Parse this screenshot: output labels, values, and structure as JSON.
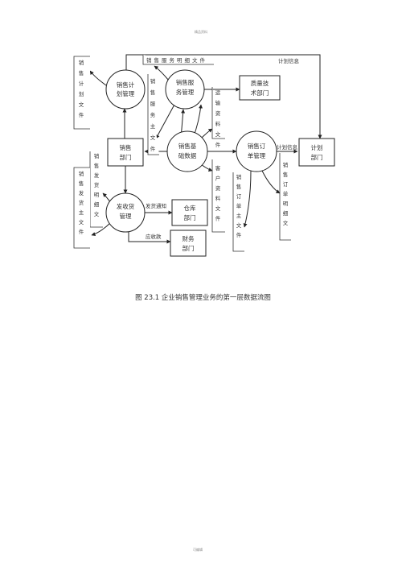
{
  "header_note": "精品资料",
  "footer_note": "可编辑",
  "caption": "图 23.1 企业销售管理业务的第一层数据流图",
  "processes": [
    {
      "id": "p-plan",
      "lines": [
        "销售计",
        "划管理"
      ]
    },
    {
      "id": "p-service",
      "lines": [
        "销售服",
        "务管理"
      ]
    },
    {
      "id": "p-base",
      "lines": [
        "销售基",
        "础数据"
      ]
    },
    {
      "id": "p-order",
      "lines": [
        "销售订",
        "单管理"
      ]
    },
    {
      "id": "p-ship",
      "lines": [
        "发收货",
        "管理"
      ]
    }
  ],
  "entities": [
    {
      "id": "e-sales",
      "lines": [
        "销售",
        "部门"
      ]
    },
    {
      "id": "e-quality",
      "lines": [
        "质量技",
        "术部门"
      ]
    },
    {
      "id": "e-planning",
      "lines": [
        "计划",
        "部门"
      ]
    },
    {
      "id": "e-warehouse",
      "lines": [
        "仓库",
        "部门"
      ]
    },
    {
      "id": "e-finance",
      "lines": [
        "财务",
        "部门"
      ]
    }
  ],
  "stores": [
    {
      "id": "s-plan-file",
      "text": "销售计划文件"
    },
    {
      "id": "s-service-detail",
      "text": "销售服务明细文件"
    },
    {
      "id": "s-service-main",
      "text": "销售服务主文件"
    },
    {
      "id": "s-transport",
      "text": "运输资料文件"
    },
    {
      "id": "s-customer",
      "text": "客户资料文件"
    },
    {
      "id": "s-ship-detail",
      "text": "销售发货明细文"
    },
    {
      "id": "s-ship-main",
      "text": "销售发货主文件"
    },
    {
      "id": "s-order-main",
      "text": "销售订单主文件"
    },
    {
      "id": "s-order-detail",
      "text": "销售订单明细文"
    }
  ],
  "flow_labels": {
    "plan_info_top": "计划信息",
    "plan_info": "计划信息",
    "delivery_notice": "发货通知",
    "receivable": "应收款"
  }
}
